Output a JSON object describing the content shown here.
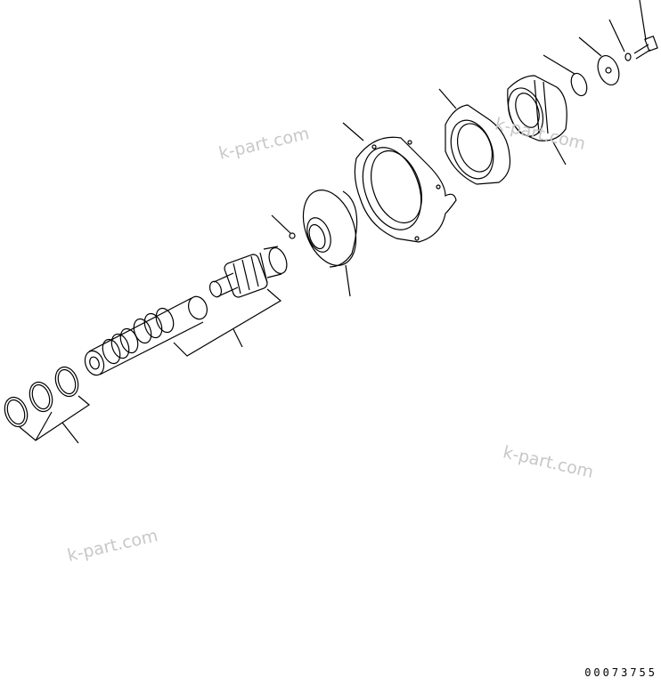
{
  "watermarks": {
    "wm1": "k-part.com",
    "wm2": "k-part.com",
    "wm3": "k-part.com",
    "wm4": "k-part.com"
  },
  "drawing_code": "00073755",
  "colors": {
    "line": "#000000",
    "watermark": "#c8c8c8",
    "background": "#ffffff"
  }
}
